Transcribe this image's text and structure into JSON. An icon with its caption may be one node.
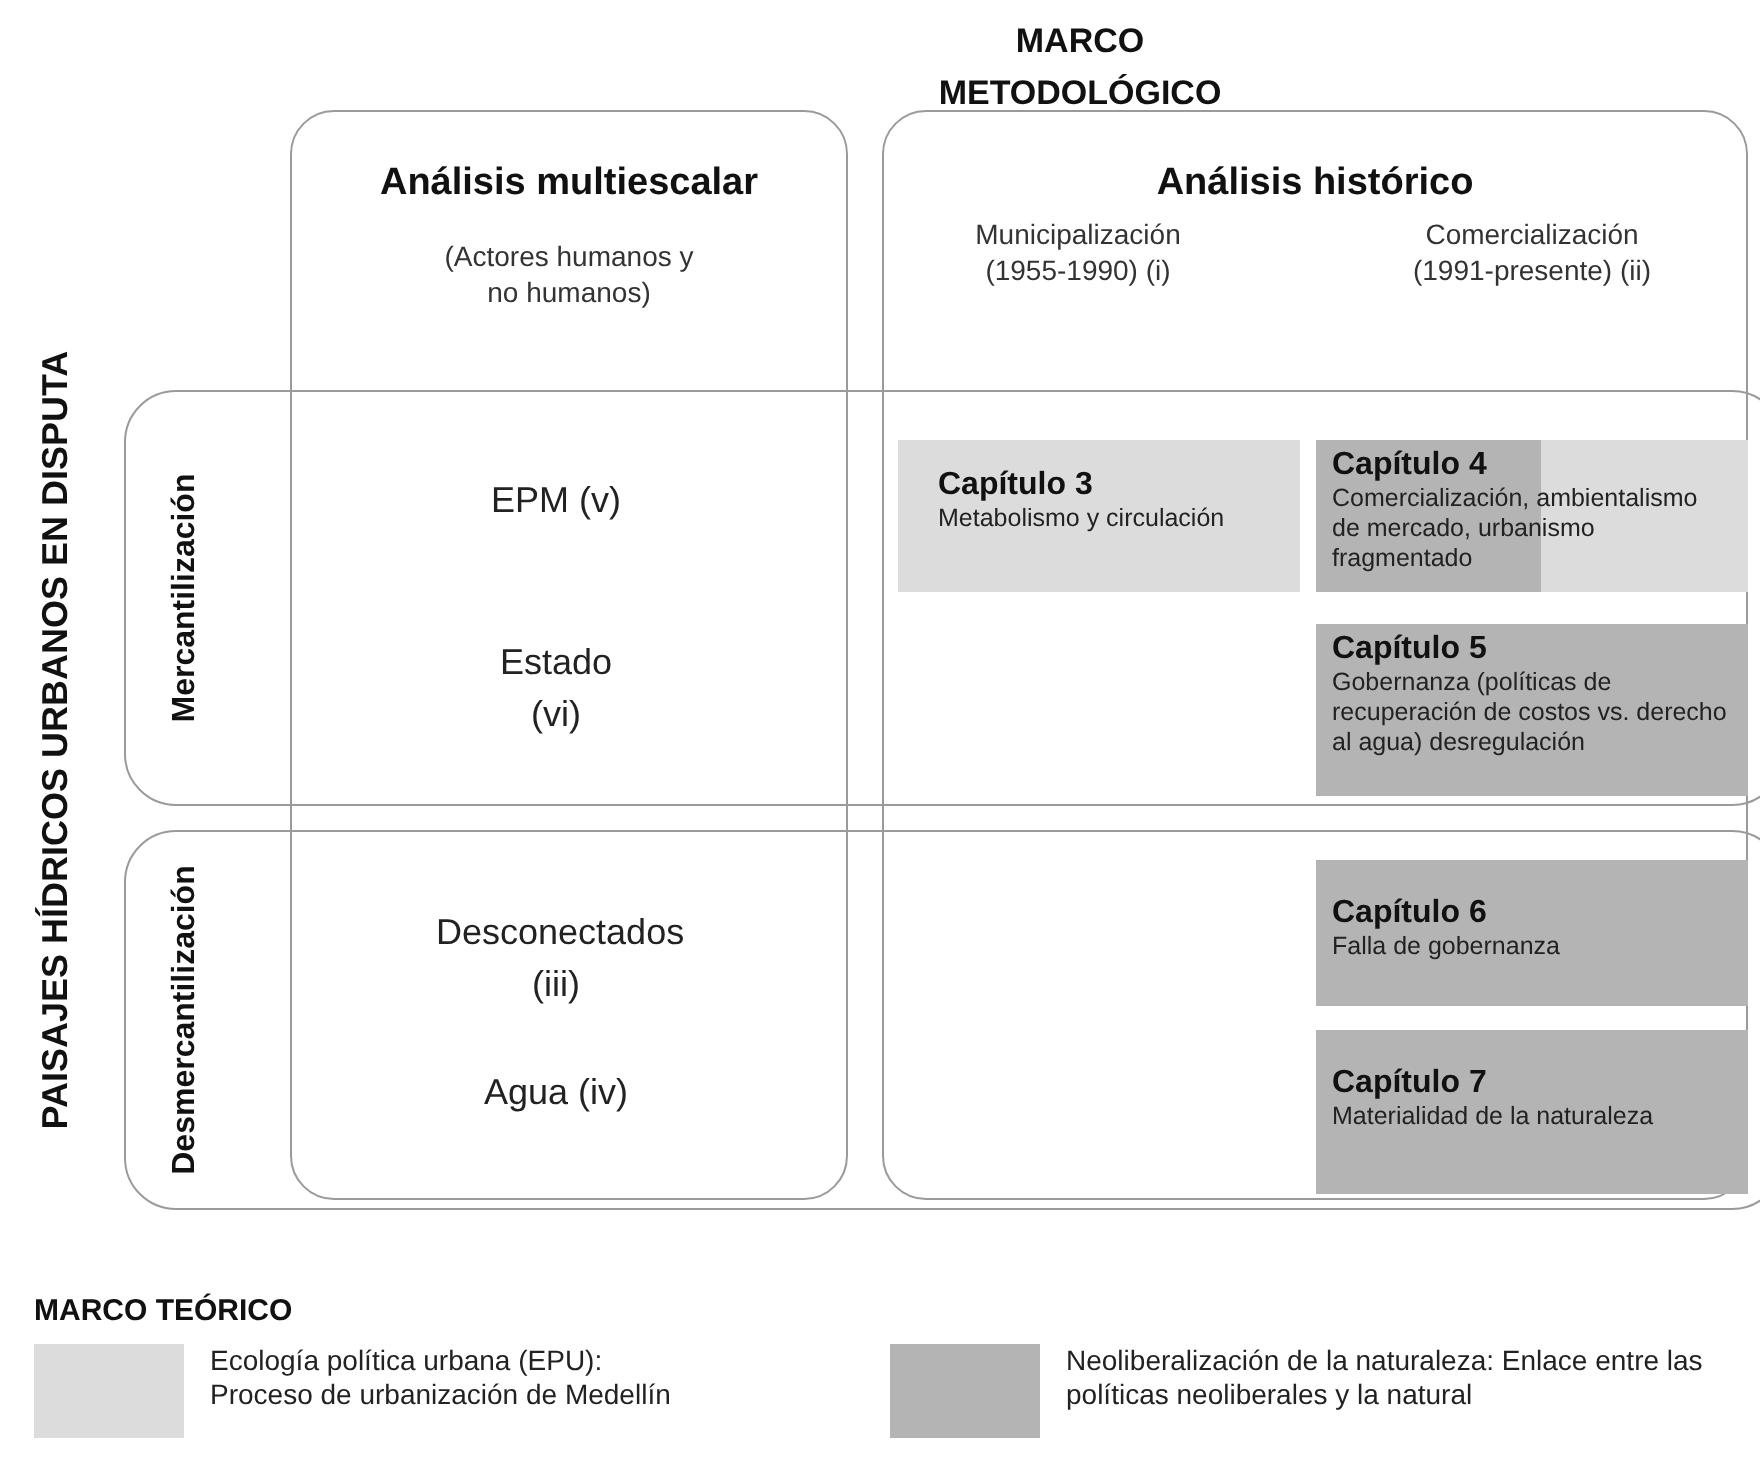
{
  "diagram": {
    "title": "MARCO METODOLÓGICO",
    "nodes": [
      {
        "text": [
          "Análisis multiescalar",
          "(Actores humanos y no humanos)"
        ]
      },
      {
        "text": [
          "Análisis histórico",
          "Municipalización (1955-1990) (i)",
          "Comercialización (1991-presente) (ii)"
        ]
      },
      {
        "text": [
          "Mercantilización"
        ]
      },
      {
        "text": [
          "Desmercantilización"
        ]
      },
      {
        "text": [
          "Capítulo 3",
          "Metabolismo y circulación"
        ]
      },
      {
        "text": [
          "Capítulo 4",
          "Comercialización, ambientalismo de mercado, urbanismo fragmentado"
        ]
      },
      {
        "text": [
          "Capítulo 5",
          "Gobernanza (políticas de recuperación de costos vs. derecho al agua) desregulación"
        ]
      },
      {
        "text": [
          "Capítulo 6",
          "Falla de gobernanza"
        ]
      },
      {
        "text": [
          "Capítulo 7",
          "Materialidad de la naturaleza"
        ]
      }
    ],
    "labels": [
      "PAISAJES HÍDRICOS URBANOS EN DISPUTA",
      "EPM (v)",
      "Estado (vi)",
      "Desconectados (iii)",
      "Agua (iv)",
      "MARCO TEÓRICO"
    ],
    "legend": [
      {
        "text": "Ecología política urbana (EPU): Proceso de urbanización de Medellín",
        "color": "#dcdcdc"
      },
      {
        "text": "Neoliberalización de la naturaleza: Enlace entre las políticas neoliberales y la natural",
        "color": "#b4b4b4"
      }
    ]
  }
}
